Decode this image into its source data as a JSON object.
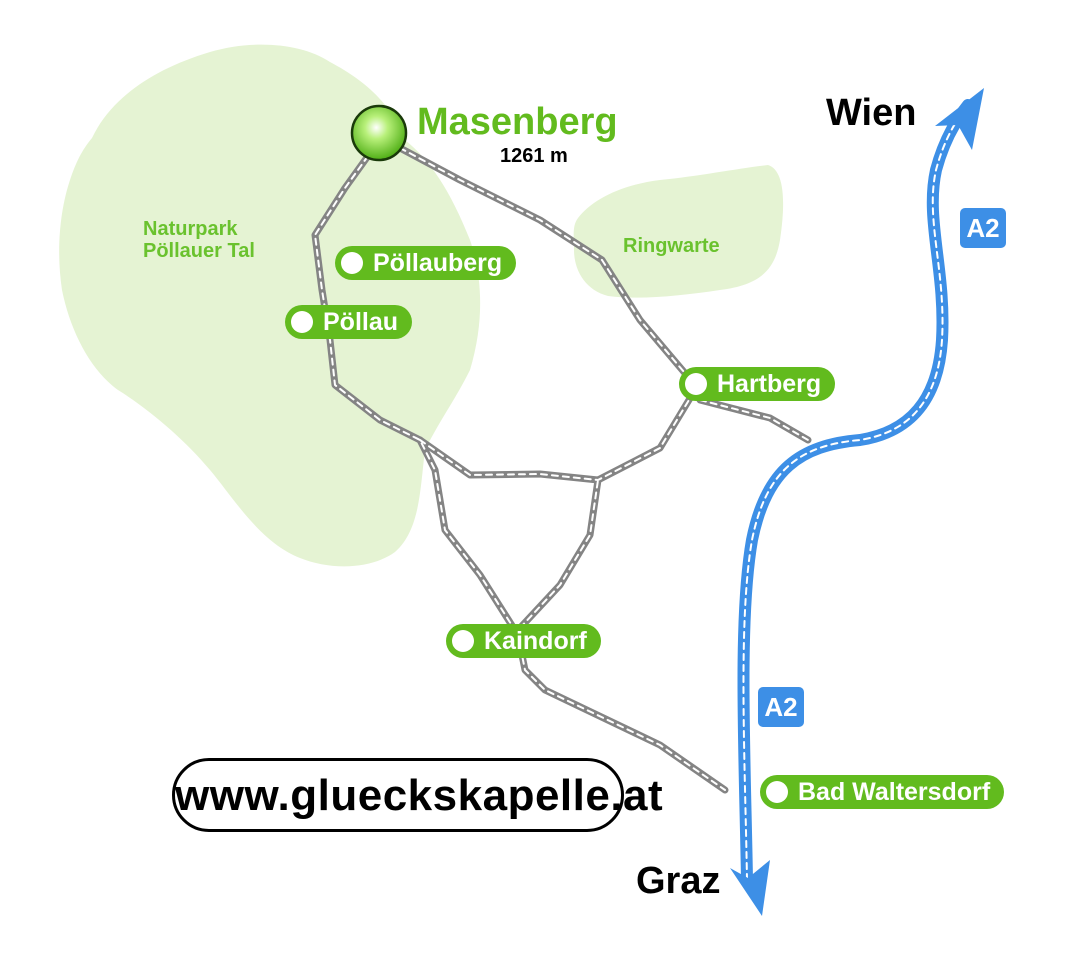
{
  "regions": {
    "naturpark": {
      "label_line1": "Naturpark",
      "label_line2": "Pöllauer Tal"
    },
    "ringwarte": {
      "label": "Ringwarte"
    }
  },
  "summit": {
    "name": "Masenberg",
    "elevation": "1261 m"
  },
  "towns": {
    "poellauberg": "Pöllauberg",
    "poellau": "Pöllau",
    "hartberg": "Hartberg",
    "kaindorf": "Kaindorf",
    "bad_waltersdorf": "Bad Waltersdorf"
  },
  "cities": {
    "north": "Wien",
    "south": "Graz"
  },
  "motorway": {
    "shield_label": "A2"
  },
  "website": "www.glueckskapelle.at",
  "colors": {
    "park_fill": "#e5f3d3",
    "town_badge": "#62bb1e",
    "road": "#848484",
    "motorway": "#3d8fe6",
    "summit_marker": "#7fd83a"
  },
  "icons": {
    "summit": "summit-marker-icon",
    "town": "town-dot-icon",
    "north_arrow": "arrow-up-icon",
    "south_arrow": "arrow-down-icon"
  }
}
